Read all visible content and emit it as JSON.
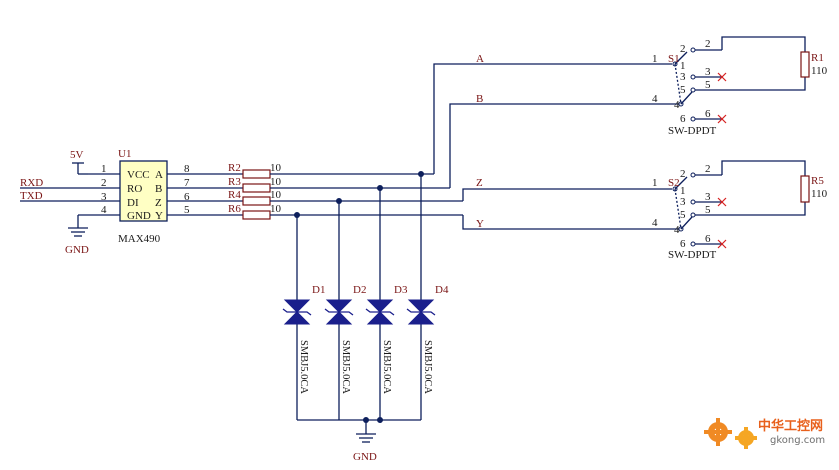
{
  "u1": {
    "ref": "U1",
    "part": "MAX490",
    "pins_left": [
      {
        "num": "1",
        "name": "VCC"
      },
      {
        "num": "2",
        "name": "RO"
      },
      {
        "num": "3",
        "name": "DI"
      },
      {
        "num": "4",
        "name": "GND"
      }
    ],
    "pins_right": [
      {
        "num": "8",
        "name": "A"
      },
      {
        "num": "7",
        "name": "B"
      },
      {
        "num": "6",
        "name": "Z"
      },
      {
        "num": "5",
        "name": "Y"
      }
    ]
  },
  "supply": {
    "vcc": "5V",
    "gnd_left": "GND",
    "gnd_bottom": "GND"
  },
  "signals": {
    "rxd": "RXD",
    "txd": "TXD"
  },
  "resistors": [
    {
      "ref": "R2",
      "value": "10"
    },
    {
      "ref": "R3",
      "value": "10"
    },
    {
      "ref": "R4",
      "value": "10"
    },
    {
      "ref": "R6",
      "value": "10"
    }
  ],
  "diodes": [
    {
      "ref": "D1",
      "part": "SMBJ5.0CA"
    },
    {
      "ref": "D2",
      "part": "SMBJ5.0CA"
    },
    {
      "ref": "D3",
      "part": "SMBJ5.0CA"
    },
    {
      "ref": "D4",
      "part": "SMBJ5.0CA"
    }
  ],
  "nets": {
    "a": "A",
    "b": "B",
    "z": "Z",
    "y": "Y"
  },
  "switches": [
    {
      "ref": "S1",
      "type": "SW-DPDT",
      "in_a": "1",
      "in_b": "4",
      "pins": [
        "2",
        "1",
        "3",
        "5",
        "4",
        "6"
      ],
      "out": [
        "2",
        "3",
        "5",
        "6"
      ]
    },
    {
      "ref": "S2",
      "type": "SW-DPDT",
      "in_a": "1",
      "in_b": "4",
      "pins": [
        "2",
        "1",
        "3",
        "5",
        "4",
        "6"
      ],
      "out": [
        "2",
        "3",
        "5",
        "6"
      ]
    }
  ],
  "terminators": [
    {
      "ref": "R1",
      "value": "110"
    },
    {
      "ref": "R5",
      "value": "110"
    }
  ],
  "watermark": {
    "brand": "中华工控网",
    "site": "gkong.com"
  },
  "colors": {
    "wire": "#0d1f5c",
    "component": "#7a1414",
    "tvs": "#1a1f8c",
    "x_mark": "#d62020",
    "ic_fill": "#ffffc4"
  }
}
